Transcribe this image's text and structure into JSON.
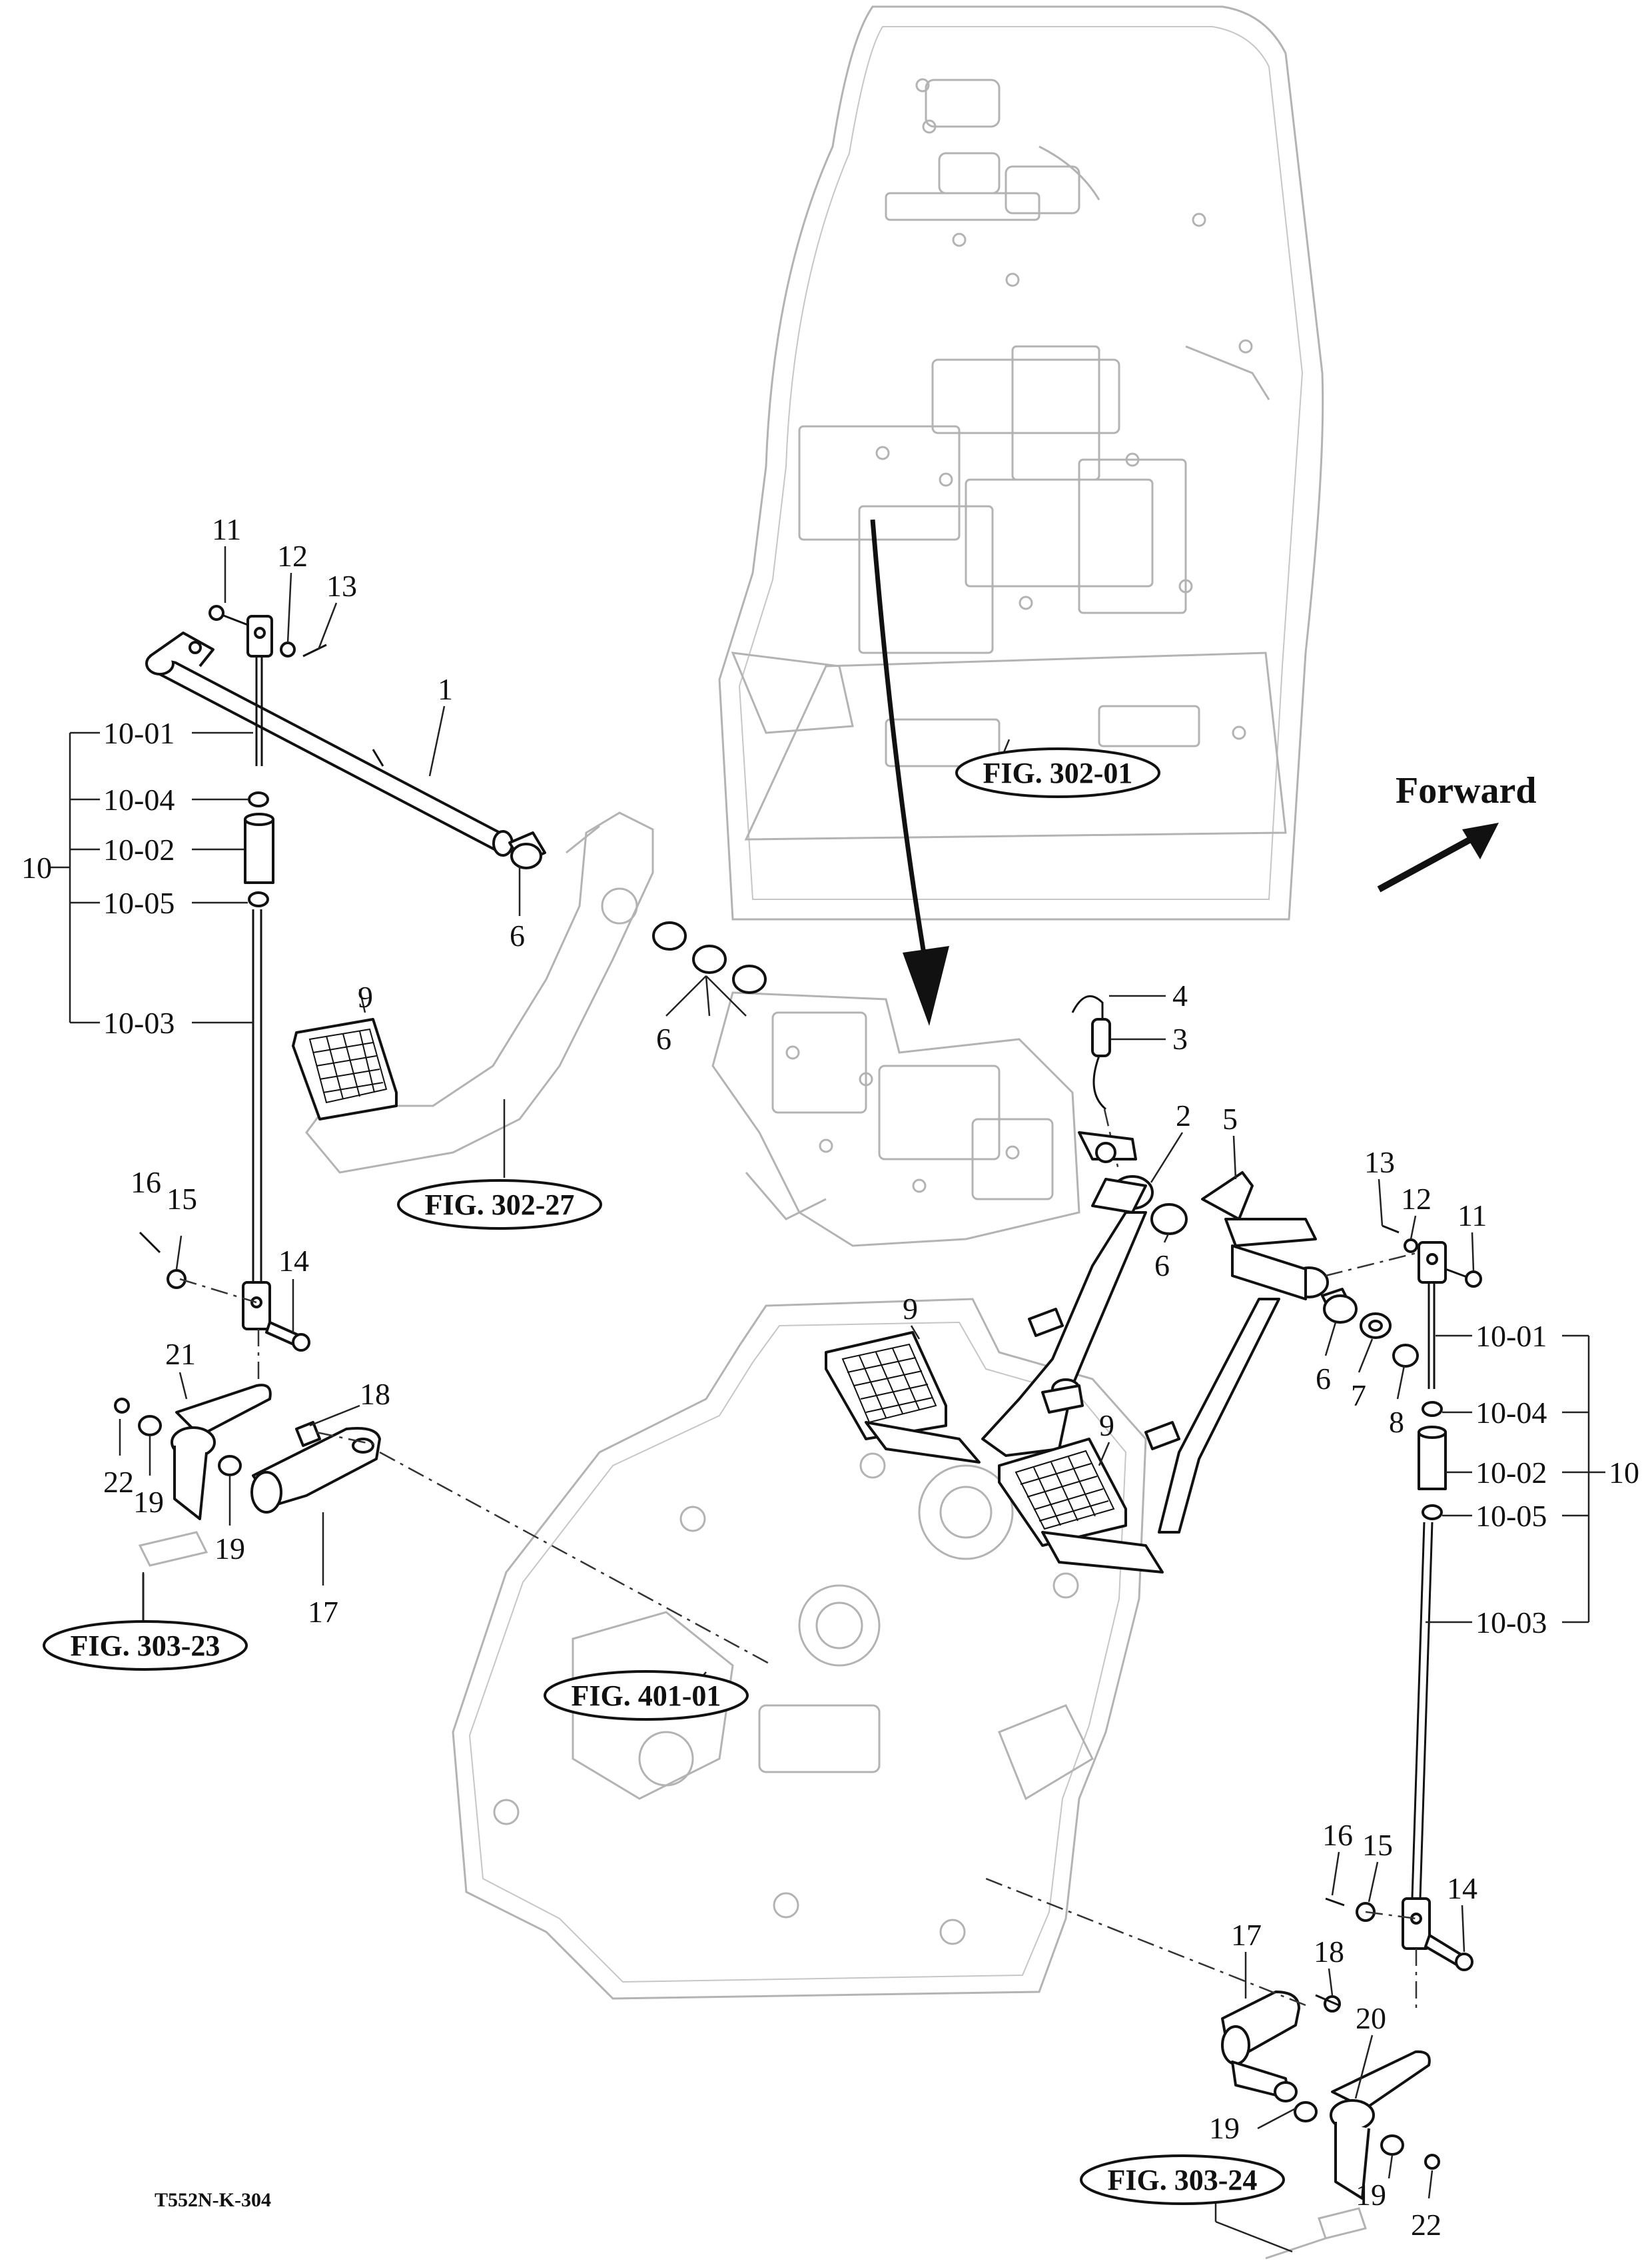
{
  "diagram_code": "T552N-K-304",
  "direction_label": "Forward",
  "figure_refs": [
    {
      "id": "ref-302-01",
      "label": "FIG. 302-01"
    },
    {
      "id": "ref-302-27",
      "label": "FIG. 302-27"
    },
    {
      "id": "ref-303-23",
      "label": "FIG. 303-23"
    },
    {
      "id": "ref-401-01",
      "label": "FIG. 401-01"
    },
    {
      "id": "ref-303-24",
      "label": "FIG. 303-24"
    }
  ],
  "left_assembly": {
    "group_label": "10",
    "sub_labels": [
      "10-01",
      "10-04",
      "10-02",
      "10-05",
      "10-03"
    ],
    "part_labels": [
      "11",
      "12",
      "13",
      "1",
      "6",
      "6",
      "9",
      "16",
      "15",
      "14",
      "21",
      "18",
      "22",
      "19",
      "19",
      "17"
    ]
  },
  "right_assembly": {
    "group_label": "10",
    "sub_labels": [
      "10-01",
      "10-04",
      "10-02",
      "10-05",
      "10-03"
    ],
    "part_labels": [
      "4",
      "3",
      "2",
      "5",
      "13",
      "12",
      "11",
      "9",
      "6",
      "6",
      "7",
      "8",
      "9",
      "16",
      "15",
      "14",
      "17",
      "18",
      "20",
      "19",
      "19",
      "22"
    ]
  }
}
